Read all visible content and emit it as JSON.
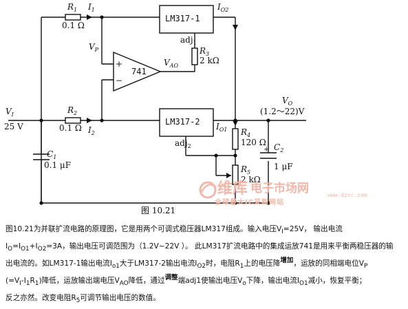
{
  "schematic": {
    "ic1": "LM317-1",
    "ic2": "LM317-2",
    "opamp": "741",
    "r1_name": "R",
    "r1_sub": "1",
    "r1_value": "0.1 Ω",
    "r2_name": "R",
    "r2_sub": "2",
    "r2_value": "0.1 Ω",
    "r3_name": "R",
    "r3_sub": "3",
    "r3_value": "2 kΩ",
    "r4_name": "R",
    "r4_sub": "4",
    "r4_value": "120 Ω",
    "r5_name": "R",
    "r5_sub": "5",
    "r5_value": "2 kΩ",
    "c1_name": "C",
    "c1_sub": "1",
    "c1_value": "0.1 μF",
    "c2_name": "C",
    "c2_sub": "2",
    "c2_value": "1 μF",
    "i1": "I",
    "i1_sub": "1",
    "i2": "I",
    "i2_sub": "2",
    "io1": "I",
    "io1_sub": "O1",
    "io2": "I",
    "io2_sub": "O2",
    "vp": "V",
    "vp_sub": "P",
    "vao": "V",
    "vao_sub": "AO",
    "vi": "V",
    "vi_sub": "I",
    "vi_value": "25 V",
    "vo": "V",
    "vo_sub": "O",
    "vo_range": "(1.2～22)V",
    "adj1": "adj",
    "adj1_sub": "1",
    "adj2": "adj",
    "adj2_sub": "2",
    "plus": "+",
    "minus": "−"
  },
  "watermark": {
    "brand": "维库",
    "site": "电子市场网",
    "url": "www.dzsc.com",
    "slogan": "全球最大IC采购网站"
  },
  "figure_label": "图 10.21",
  "caption": {
    "line1": "图10.21为并联扩流电路的原理图，它是用两个可调式稳压器LM317组成。输入电压V",
    "line1_sub": "I",
    "line1_b": "=25V，  输出电流",
    "line2_a": "I",
    "line2_a_sub": "O",
    "line2_b": "=I",
    "line2_b_sub": "O1",
    "line2_c": "+I",
    "line2_c_sub": "O2",
    "line2_d": "=3A，输出电压可调范围为（1.2V~22V ）。 此LM317扩流电路中的集成运放741是用来平衡两稳压器的输",
    "line3_a": "出电流的。如LM317-1输出电流I",
    "line3_a_sub": "o1",
    "line3_b": "大于LM317-2输出电流I",
    "line3_b_sub": "O2",
    "line3_c": "时，电阻R",
    "line3_c_sub": "1",
    "line3_d": "上的电压降",
    "line3_lift": "增加",
    "line3_e": "，运放的同相端电位V",
    "line3_e_sub": "P",
    "line4_a": "(=V",
    "line4_a_sub": "I",
    "line4_b": "-I",
    "line4_b_sub": "1",
    "line4_c": "R",
    "line4_c_sub": "1",
    "line4_d": ")降低，运放输出端电压V",
    "line4_d_sub": "AO",
    "line4_e": "降低，通过",
    "line4_lift": "调整",
    "line4_f": "端adj1使输出电压V",
    "line4_f_sub": "o",
    "line4_g": "下降，输出电流I",
    "line4_g_sub": "O1",
    "line4_h": "减小，恢复平衡；",
    "line5_a": "反之亦然。改变电阻R",
    "line5_a_sub": "5",
    "line5_b": "可调节输出电压的数值。"
  }
}
